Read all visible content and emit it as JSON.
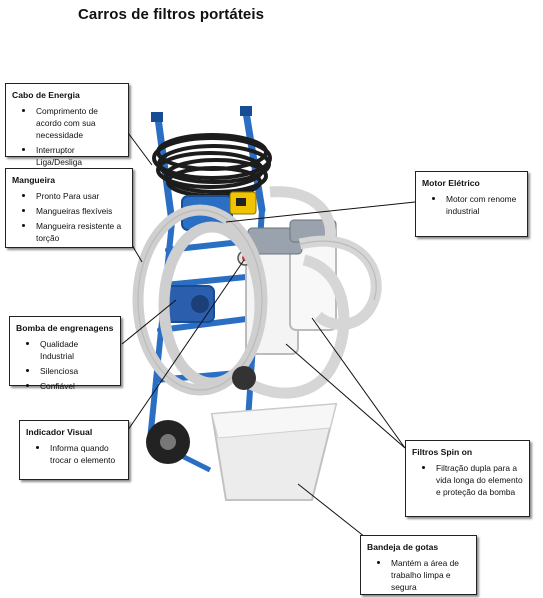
{
  "title": "Carros de filtros portáteis",
  "callouts": {
    "cabo": {
      "title": "Cabo de Energia",
      "items": [
        "Comprimento de acordo com sua necessidade",
        "Interruptor Liga/Desliga"
      ]
    },
    "mangueira": {
      "title": "Mangueira",
      "items": [
        "Pronto Para usar",
        "Mangueiras flexíveis",
        "Mangueira resistente a torção"
      ]
    },
    "bomba": {
      "title": "Bomba de engrenagens",
      "items": [
        "Qualidade Industrial",
        "Silenciosa",
        "Confiável"
      ]
    },
    "indicador": {
      "title": "Indicador Visual",
      "items": [
        "Informa quando trocar o elemento"
      ]
    },
    "motor": {
      "title": "Motor Elétrico",
      "items": [
        "Motor com renome industrial"
      ]
    },
    "filtros": {
      "title": "Filtros Spin on",
      "items": [
        "Filtração dupla para a vida longa do elemento e proteção da bomba"
      ]
    },
    "bandeja": {
      "title": "Bandeja de gotas",
      "items": [
        "Mantém a área de trabalho limpa e segura"
      ]
    }
  },
  "colors": {
    "frame": "#2a6fc4",
    "frame_dark": "#174d94",
    "hose": "#d4d4d4",
    "cable": "#1c1c1c",
    "switch": "#f0c400",
    "tray": "#ededed"
  }
}
